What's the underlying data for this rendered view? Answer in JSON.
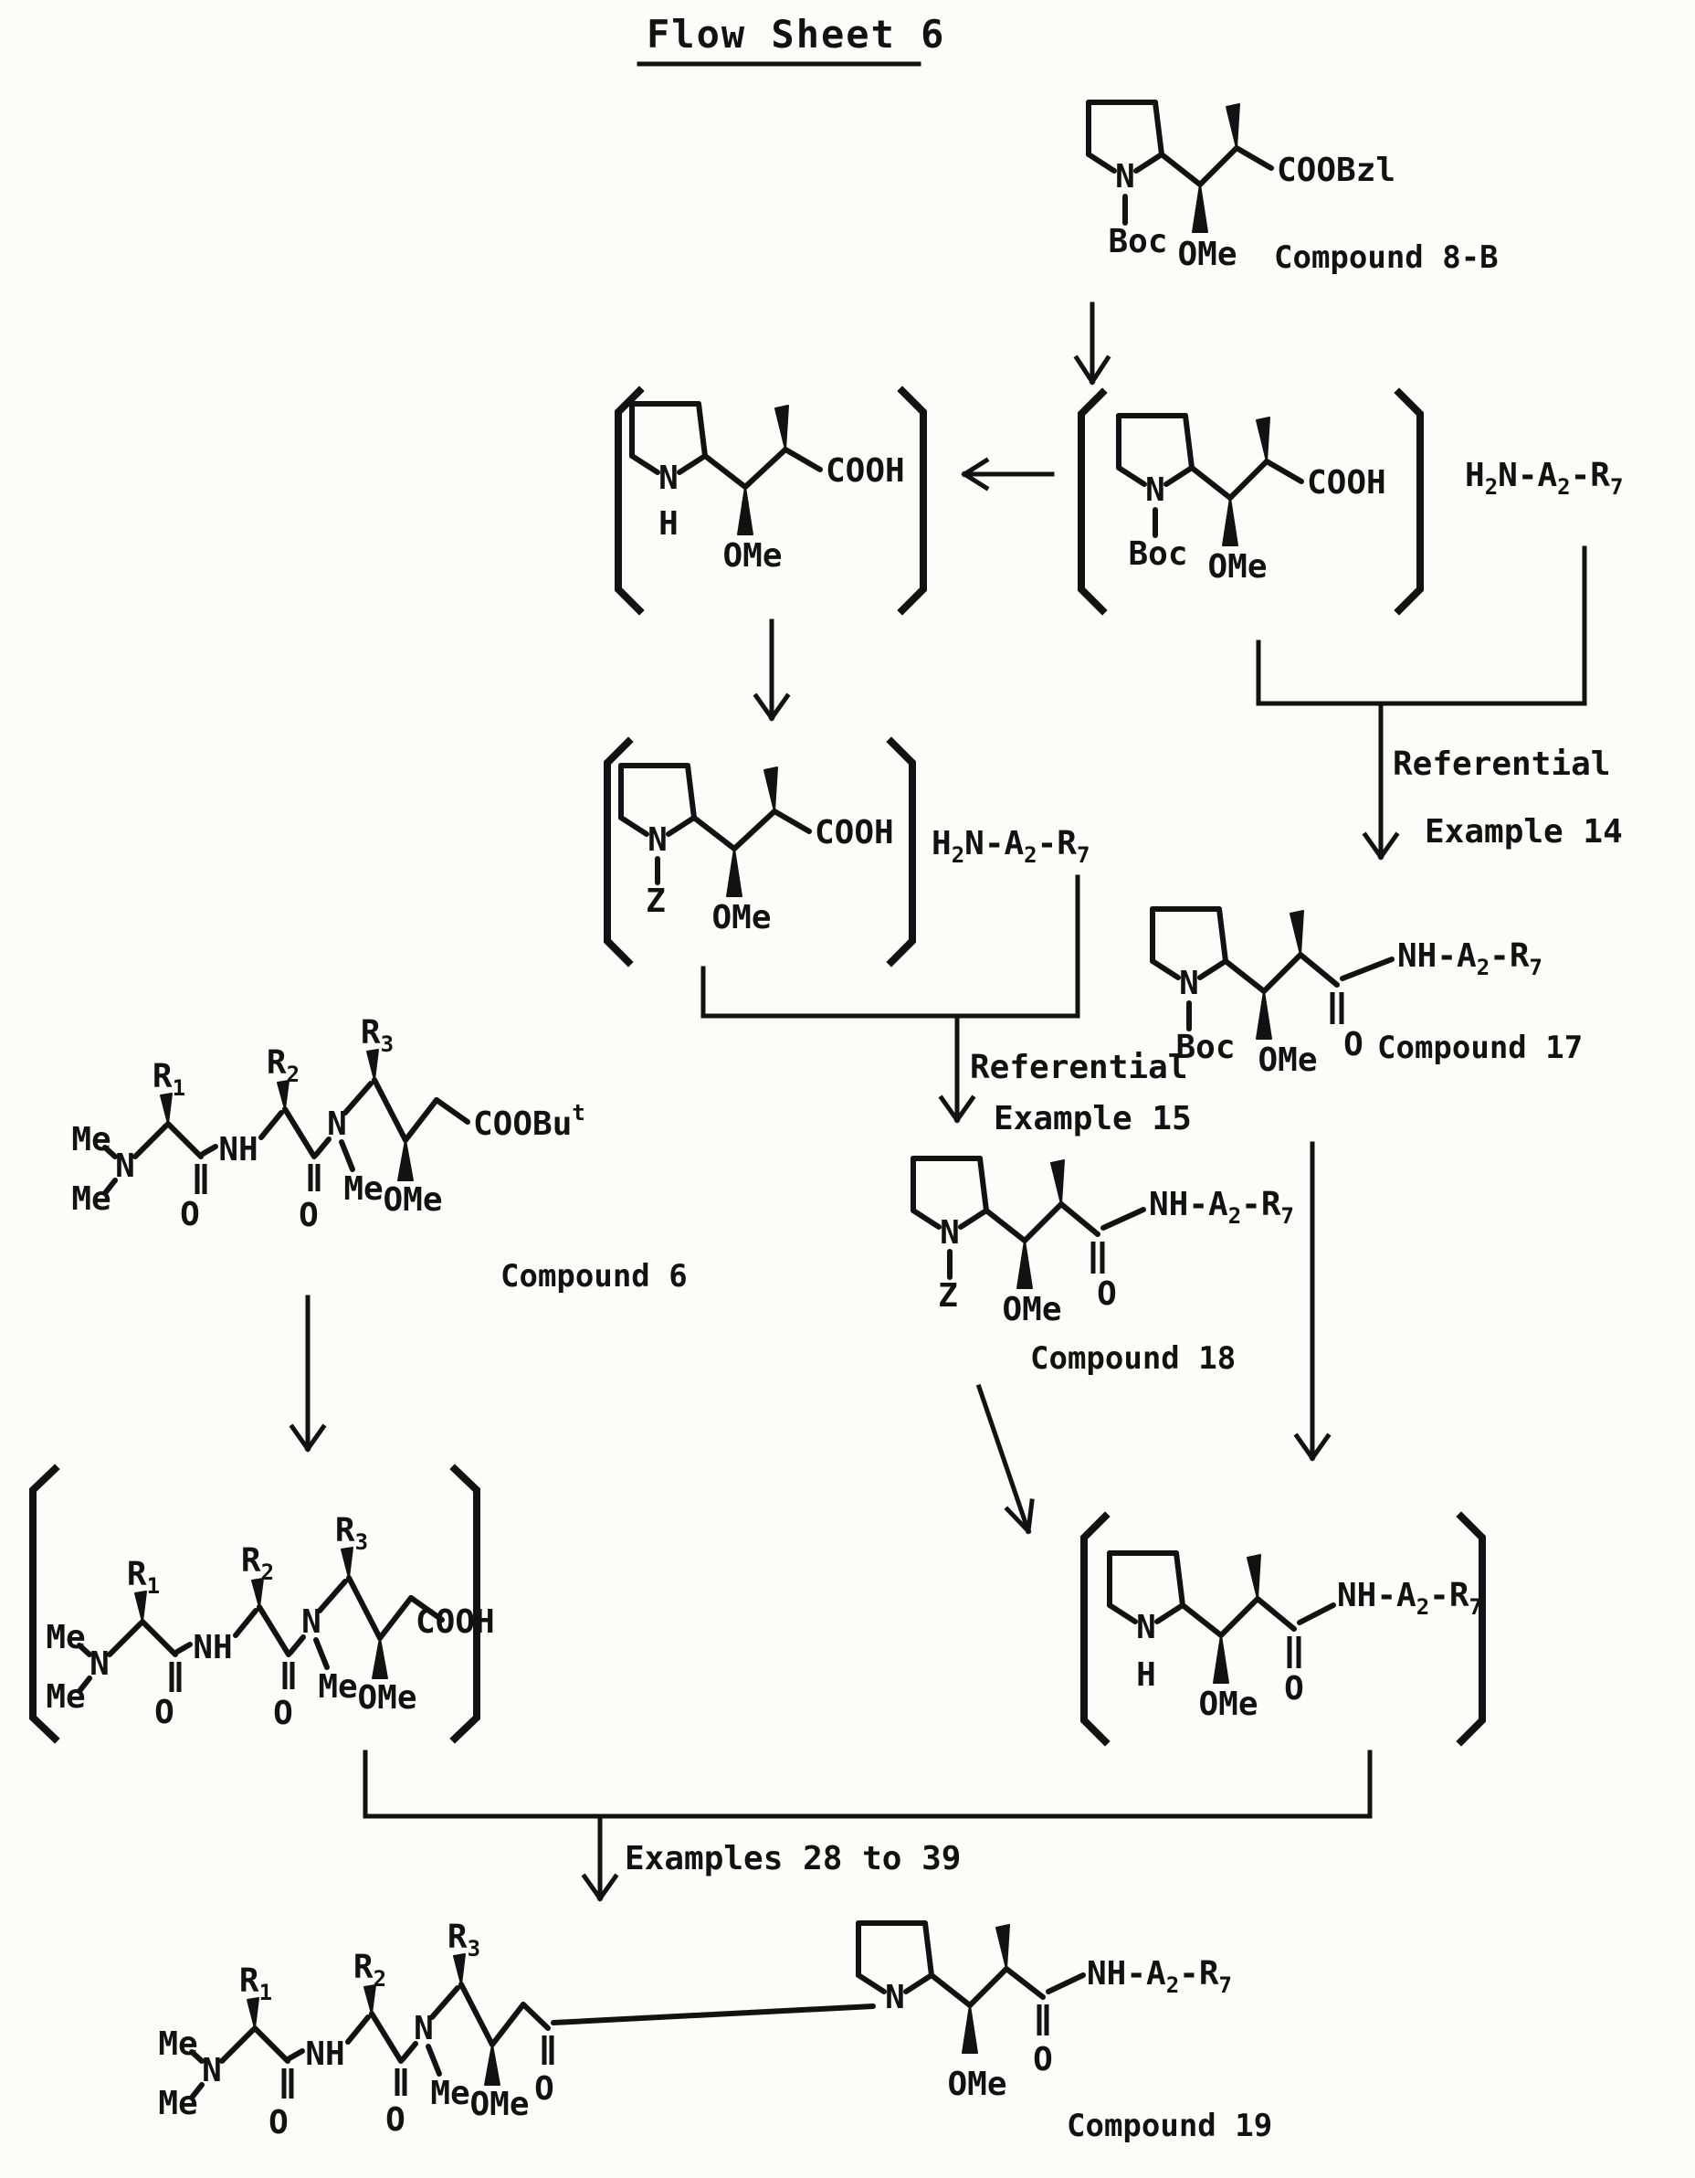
{
  "title": "Flow Sheet 6",
  "atoms": {
    "N": "N",
    "H": "H",
    "NH": "NH",
    "O": "O",
    "Boc": "Boc",
    "Z": "Z",
    "OMe": "OMe",
    "Me": "Me",
    "COOH": "COOH",
    "COOBzl": "COOBzl",
    "COOBu": "COOBu",
    "COOBu_sup": "t",
    "R": "R",
    "sub1": "1",
    "sub2": "2",
    "sub3": "3",
    "amine_p1": "H",
    "amine_s1": "2",
    "amine_p2": "N-A",
    "amine_s2": "2",
    "amine_p3": "-R",
    "amine_s3": "7",
    "amide_p1": "NH-A",
    "amide_s1": "2",
    "amide_p2": "-R",
    "amide_s2": "7"
  },
  "compounds": {
    "c8b": "Compound 8-B",
    "c17": "Compound 17",
    "c18": "Compound 18",
    "c6": "Compound 6",
    "c19": "Compound 19"
  },
  "steps": {
    "ref14_l1": "Referential",
    "ref14_l2": "Example 14",
    "ref15_l1": "Referential",
    "ref15_l2": "Example 15",
    "examples": "Examples 28 to 39"
  }
}
